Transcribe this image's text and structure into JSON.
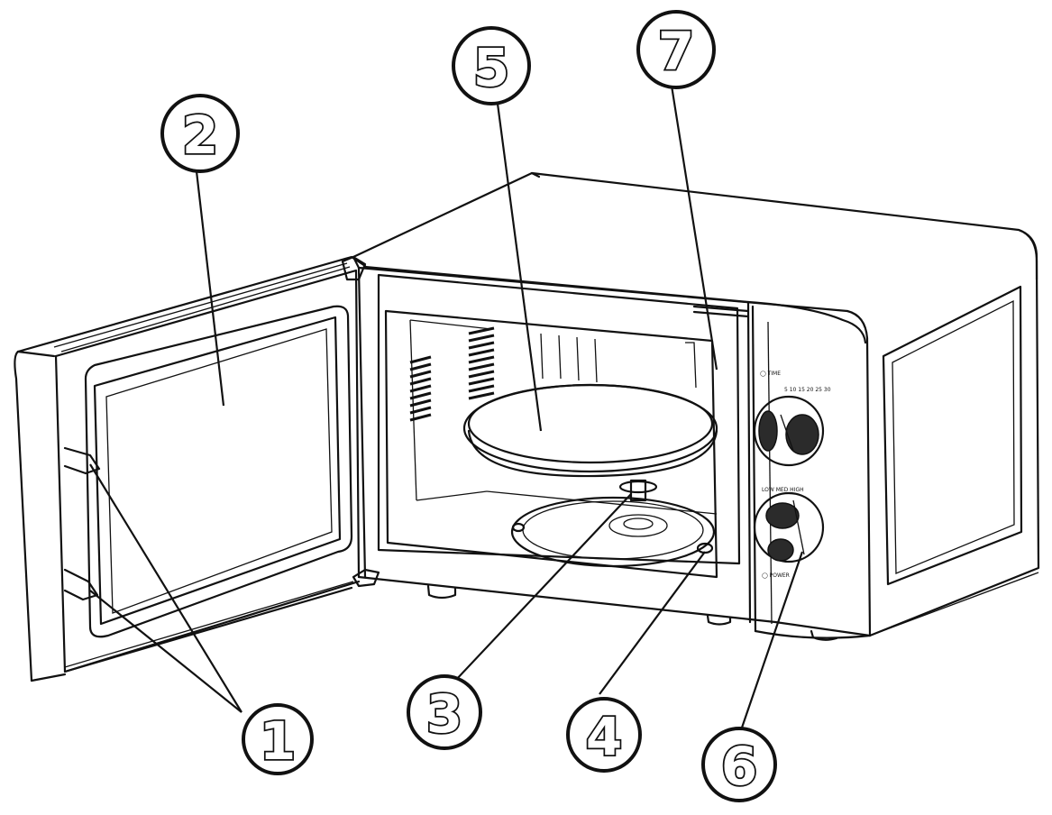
{
  "diagram": {
    "callouts": [
      {
        "id": "1",
        "label": "1"
      },
      {
        "id": "2",
        "label": "2"
      },
      {
        "id": "3",
        "label": "3"
      },
      {
        "id": "4",
        "label": "4"
      },
      {
        "id": "5",
        "label": "5"
      },
      {
        "id": "6",
        "label": "6"
      },
      {
        "id": "7",
        "label": "7"
      }
    ]
  },
  "colors": {
    "line": "#111111",
    "background": "#ffffff",
    "knob": "#2b2b2b"
  }
}
